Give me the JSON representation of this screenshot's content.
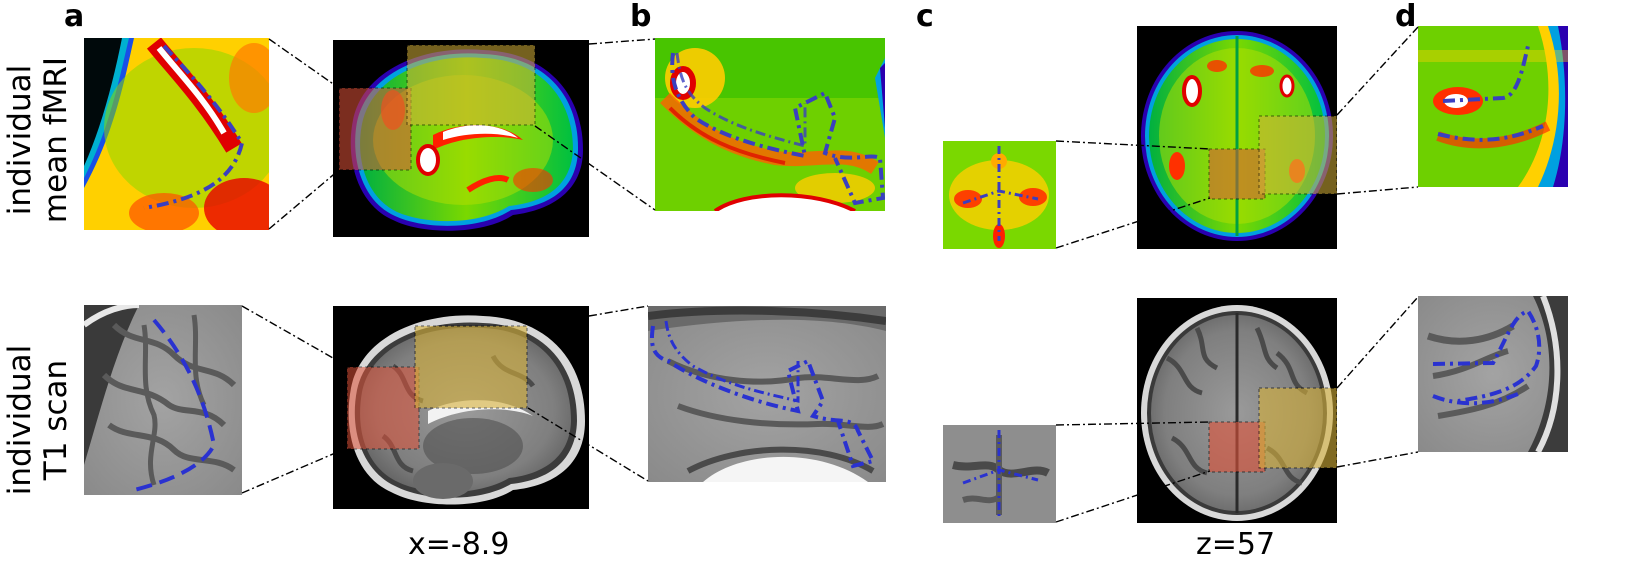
{
  "panels": {
    "a": "a",
    "b": "b",
    "c": "c",
    "d": "d"
  },
  "row_labels": {
    "top": [
      "individual",
      "mean fMRI"
    ],
    "bottom": [
      "individual",
      "T1 scan"
    ]
  },
  "slice_labels": {
    "sagittal": "x=-8.9",
    "axial": "z=57"
  },
  "colors": {
    "outline_blue": "#3a3fc0",
    "roi_red": "#e0533a",
    "roi_yellow": "#d6b13a",
    "connector": "#000000"
  }
}
